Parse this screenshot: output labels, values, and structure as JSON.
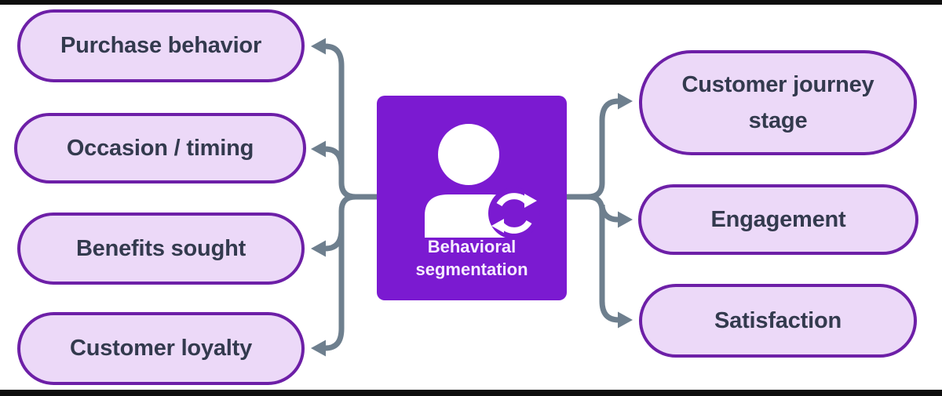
{
  "diagram": {
    "center": {
      "label": "Behavioral segmentation",
      "icon": "person-sync-icon"
    },
    "left_items": [
      {
        "label": "Purchase behavior"
      },
      {
        "label": "Occasion / timing"
      },
      {
        "label": "Benefits sought"
      },
      {
        "label": "Customer loyalty"
      }
    ],
    "right_items": [
      {
        "label": "Customer journey stage"
      },
      {
        "label": "Engagement"
      },
      {
        "label": "Satisfaction"
      }
    ],
    "colors": {
      "background": "#ffffff",
      "pill_fill": "#ecd9f8",
      "pill_border": "#6d1fa7",
      "node_text": "#333a4e",
      "connector": "#6e7f8e",
      "frame_bar": "#0e0e0e",
      "node_bg": "#7b1ad1",
      "center_text": "#f6ecff"
    }
  }
}
